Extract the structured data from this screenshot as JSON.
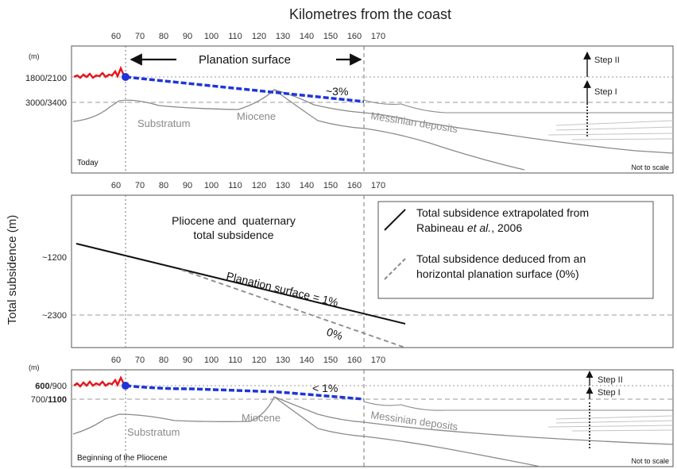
{
  "figure": {
    "top_title": "Kilometres from the coast",
    "ticks": [
      "60",
      "70",
      "80",
      "90",
      "100",
      "110",
      "120",
      "130",
      "140",
      "150",
      "160",
      "170"
    ],
    "y_axis_title": "Total subsidence (m)",
    "colors": {
      "topography": "#e8141a",
      "planation": "#1f35d8",
      "coast_dot": "#1f35d8",
      "strata": "#8a8a8a",
      "frame": "#555555"
    }
  },
  "panel_top": {
    "unit": "(m)",
    "level_1": "1800/2100",
    "level_2": "3000/3400",
    "planation_label": "Planation surface",
    "slope_label": "~3%",
    "step_2": "Step II",
    "step_1": "Step I",
    "substratum": "Substratum",
    "miocene": "Miocene",
    "messinian": "Messinian deposits",
    "corner_left": "Today",
    "corner_right": "Not to scale"
  },
  "panel_mid": {
    "title_line1": "Pliocene and  quaternary",
    "title_line2": "total subsidence",
    "level_1": "~1200",
    "level_2": "~2300",
    "legend_solid_line1": "Total subsidence extrapolated from",
    "legend_solid_line2_a": "Rabineau ",
    "legend_solid_line2_b": "et al.",
    "legend_solid_line2_c": ", 2006",
    "legend_dash_line1": "Total subsidence deduced from an",
    "legend_dash_line2": "horizontal planation surface (0%)",
    "line_label": "Planation surface = 1%",
    "dash_label": "0%"
  },
  "panel_bot": {
    "unit": "(m)",
    "level_1_bold": "600",
    "level_1_rest": "/900",
    "level_2_rest": "700/",
    "level_2_bold": "1100",
    "slope_label": "< 1%",
    "step_2": "Step II",
    "step_1": "Step I",
    "substratum": "Substratum",
    "miocene": "Miocene",
    "messinian": "Messinian deposits",
    "corner_left": "Beginning of the Pliocene",
    "corner_right": "Not to scale"
  }
}
